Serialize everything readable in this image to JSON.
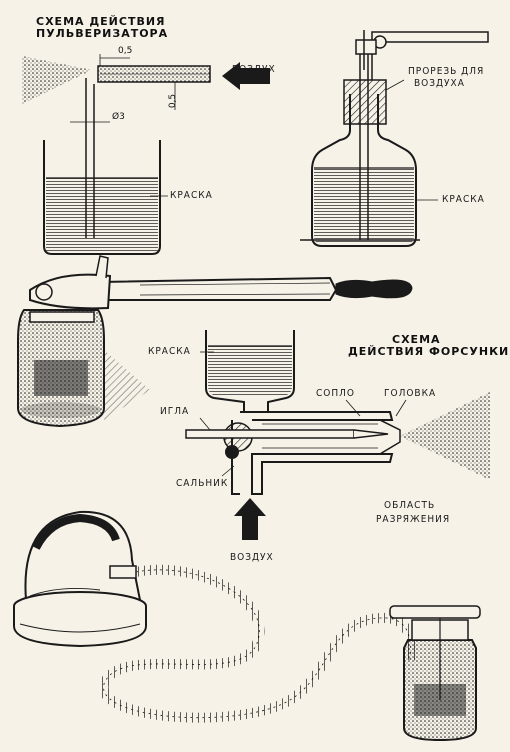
{
  "sprayer_scheme": {
    "title_line1": "СХЕМА ДЕЙСТВИЯ",
    "title_line2": "ПУЛЬВЕРИЗАТОРА",
    "dim_gap": "0,5",
    "dim_wall": "0,5",
    "dim_diameter": "Ø3",
    "air_label": "ВОЗДУХ",
    "paint_label": "КРАСКА"
  },
  "bottle_scheme": {
    "slot_label_line1": "ПРОРЕЗЬ ДЛЯ",
    "slot_label_line2": "ВОЗДУХА",
    "paint_label": "КРАСКА"
  },
  "nozzle_scheme": {
    "title_line1": "СХЕМА",
    "title_line2": "ДЕЙСТВИЯ ФОРСУНКИ",
    "paint_label": "КРАСКА",
    "nozzle_label": "СОПЛО",
    "head_label": "ГОЛОВКА",
    "needle_label": "ИГЛА",
    "gland_label": "САЛЬНИК",
    "air_label": "ВОЗДУХ",
    "vacuum_line1": "ОБЛАСТЬ",
    "vacuum_line2": "РАЗРЯЖЕНИЯ"
  },
  "colors": {
    "ink": "#1a1a1a",
    "paper": "#f6f2e8"
  }
}
